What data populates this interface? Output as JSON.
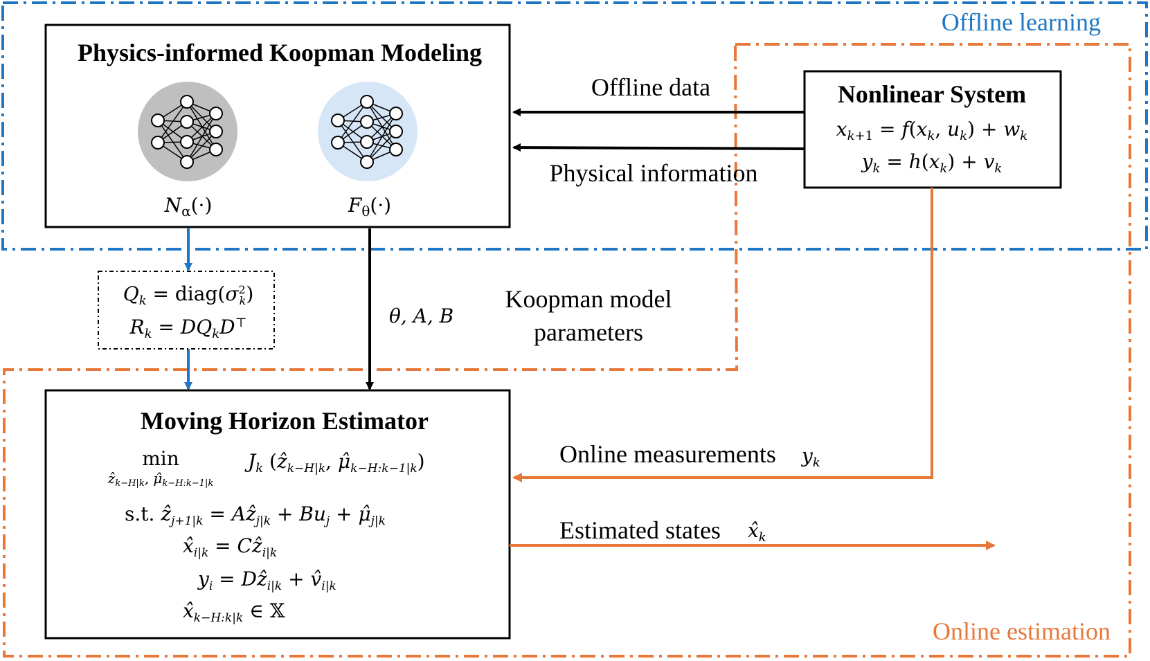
{
  "frames": {
    "offline_label": "Offline learning",
    "online_label": "Online estimation",
    "offline_color": "#1f77c4",
    "online_color": "#e8783a"
  },
  "koopman_box": {
    "title": "Physics-informed Koopman Modeling",
    "net_left_label": "N_α(·)",
    "net_right_label": "F_θ(·)",
    "net_left_color": "#bfbfbf",
    "net_right_color": "#d6e6f7"
  },
  "nonlinear_box": {
    "title": "Nonlinear System",
    "eq1": "x_{k+1} = f(x_k, u_k) + w_k",
    "eq2": "y_k = h(x_k) + v_k"
  },
  "edges": {
    "offline_data": "Offline data",
    "physical_information": "Physical information",
    "theta_ab": "θ, A, B",
    "koopman_params_line1": "Koopman model",
    "koopman_params_line2": "parameters",
    "online_measurements": "Online measurements",
    "online_measurements_sym": "y_k",
    "estimated_states": "Estimated states",
    "estimated_states_sym": "x̂_k"
  },
  "noise_box": {
    "eq1": "Q_k = diag(σ_k^2)",
    "eq2": "R_k = DQ_kD^⊤"
  },
  "mhe_box": {
    "title": "Moving Horizon Estimator",
    "min_label": "min",
    "min_sub": "ẑ_{k−H|k}, μ̂_{k−H:k−1|k}",
    "objective": "J_k (ẑ_{k−H|k}, μ̂_{k−H:k−1|k})",
    "c1": "s.t. ẑ_{j+1|k} = Aẑ_{j|k} + Bu_j + μ̂_{j|k}",
    "c2": "x̂_{i|k} = Cẑ_{i|k}",
    "c3": "y_i = Dẑ_{i|k} + v̂_{i|k}",
    "c4": "x̂_{k−H:k|k} ∈ 𝕏"
  }
}
